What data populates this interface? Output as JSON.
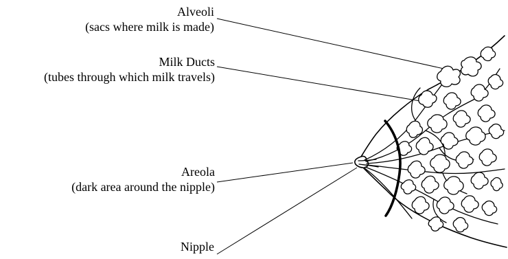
{
  "labels": {
    "alveoli": {
      "title": "Alveoli",
      "description": "(sacs where milk is made)"
    },
    "milk_ducts": {
      "title": "Milk Ducts",
      "description": "(tubes through which milk travels)"
    },
    "areola": {
      "title": "Areola",
      "description": "(dark area around the nipple)"
    },
    "nipple": {
      "title": "Nipple"
    }
  },
  "colors": {
    "ink": "#000000",
    "background": "#ffffff"
  }
}
